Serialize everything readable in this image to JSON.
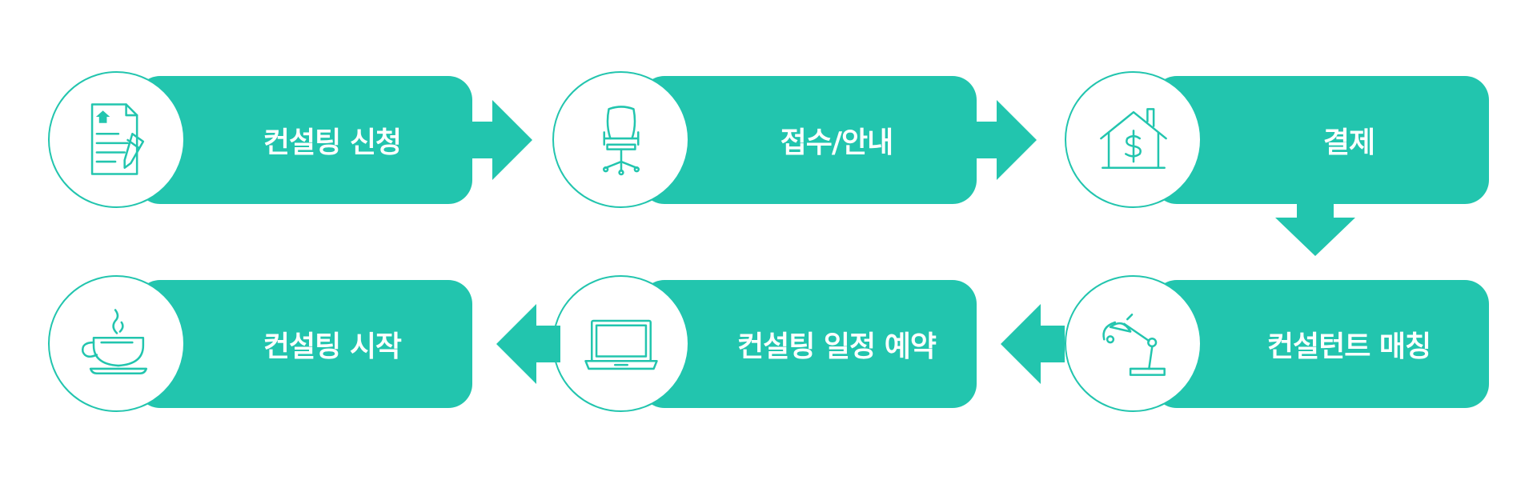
{
  "colors": {
    "accent": "#22c5ae",
    "background": "#ffffff",
    "label_text": "#ffffff"
  },
  "steps": [
    {
      "label": "컨설팅 신청",
      "icon": "document-edit-icon"
    },
    {
      "label": "접수/안내",
      "icon": "office-chair-icon"
    },
    {
      "label": "결제",
      "icon": "house-dollar-icon"
    },
    {
      "label": "컨설턴트 매칭",
      "icon": "desk-lamp-icon"
    },
    {
      "label": "컨설팅 일정 예약",
      "icon": "laptop-icon"
    },
    {
      "label": "컨설팅 시작",
      "icon": "coffee-cup-icon"
    }
  ],
  "flow": [
    "steps.0",
    "steps.1",
    "steps.2",
    "steps.3",
    "steps.4",
    "steps.5"
  ]
}
